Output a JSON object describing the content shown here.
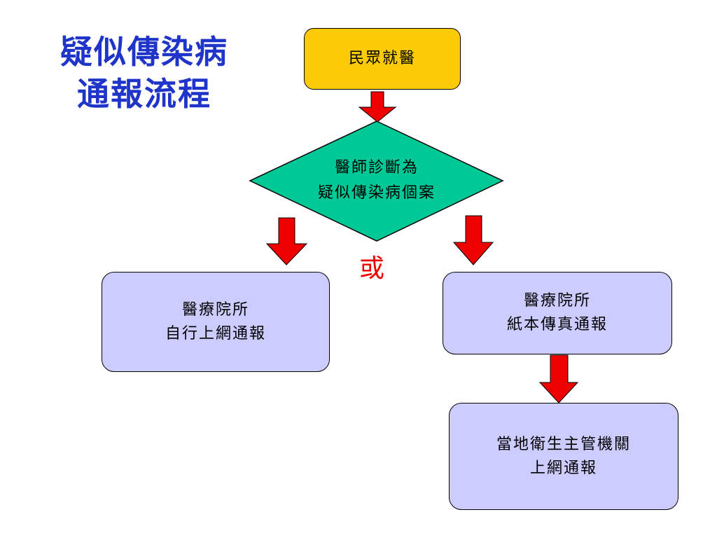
{
  "title": {
    "line1": "疑似傳染病",
    "line2": "通報流程"
  },
  "nodes": {
    "start": "民眾就醫",
    "decision": {
      "line1": "醫師診斷為",
      "line2": "疑似傳染病個案"
    },
    "or_label": "或",
    "online": {
      "line1": "醫療院所",
      "line2": "自行上網通報"
    },
    "paper": {
      "line1": "醫療院所",
      "line2": "紙本傳真通報"
    },
    "local": {
      "line1": "當地衛生主管機關",
      "line2": "上網通報"
    }
  },
  "colors": {
    "title": "#1f35c9",
    "start_fill": "#fccb05",
    "decision_fill": "#00c896",
    "process_fill": "#ccccff",
    "arrow_fill": "#ee0000",
    "or_label": "#ee0000"
  }
}
